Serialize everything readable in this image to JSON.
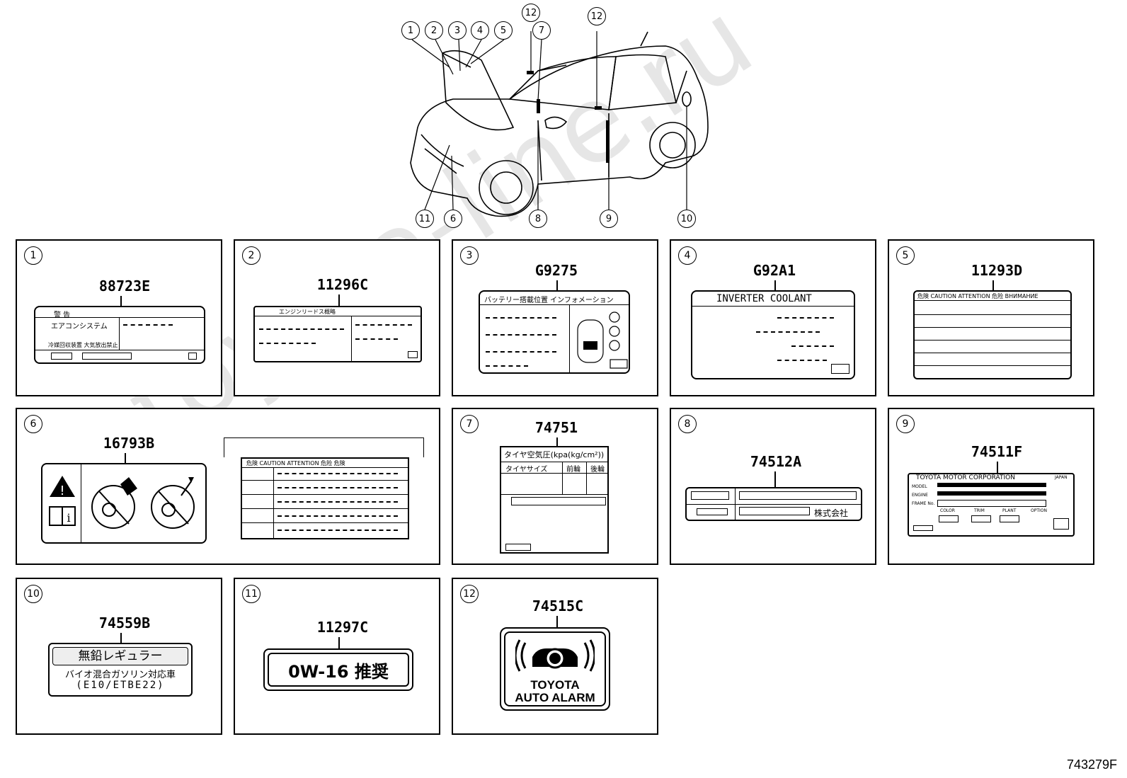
{
  "car_callouts": [
    "1",
    "2",
    "3",
    "4",
    "5",
    "12",
    "7",
    "12",
    "11",
    "6",
    "8",
    "9",
    "10"
  ],
  "panels": [
    {
      "num": "1",
      "part": "88723E",
      "label": {
        "line1": "警 告",
        "line2": "エアコンシステム",
        "line3": "冷媒回収装置   大気放出禁止"
      }
    },
    {
      "num": "2",
      "part": "11296C",
      "label": {
        "header": "エンジンリードス概略"
      }
    },
    {
      "num": "3",
      "part": "G9275",
      "label": {
        "header": "バッテリー搭載位置 インフォメーション"
      }
    },
    {
      "num": "4",
      "part": "G92A1",
      "label": {
        "header": "INVERTER COOLANT"
      }
    },
    {
      "num": "5",
      "part": "11293D",
      "label": {
        "header": "危険 CAUTION ATTENTION 危险 ВНИМАНИЕ"
      }
    },
    {
      "num": "6",
      "part": "16793B",
      "label": {
        "header": "危険 CAUTION ATTENTION 危险 危険"
      }
    },
    {
      "num": "7",
      "part": "74751",
      "label": {
        "title": "タイヤ空気圧(kpa(kg/cm²))",
        "col1": "タイヤサイズ",
        "col2": "前輪",
        "col3": "後輪"
      }
    },
    {
      "num": "8",
      "part": "74512A",
      "label": {
        "tail": "株式会社"
      }
    },
    {
      "num": "9",
      "part": "74511F",
      "label": {
        "header": "TOYOTA MOTOR CORPORATION",
        "japan": "JAPAN",
        "model": "MODEL",
        "engine": "ENGINE",
        "frame": "FRAME No.",
        "color": "COLOR",
        "trim": "TRIM",
        "plant": "PLANT",
        "option": "OPTION"
      }
    },
    {
      "num": "10",
      "part": "74559B",
      "label": {
        "line1": "無鉛レギュラー",
        "line2": "バイオ混合ガソリン対応車",
        "line3": "(E10/ETBE22)"
      }
    },
    {
      "num": "11",
      "part": "11297C",
      "label": {
        "text": "0W-16 推奨"
      }
    },
    {
      "num": "12",
      "part": "74515C",
      "label": {
        "line1": "TOYOTA",
        "line2": "AUTO ALARM"
      }
    }
  ],
  "watermark": "toyota-line.ru",
  "diagram_id": "743279F"
}
